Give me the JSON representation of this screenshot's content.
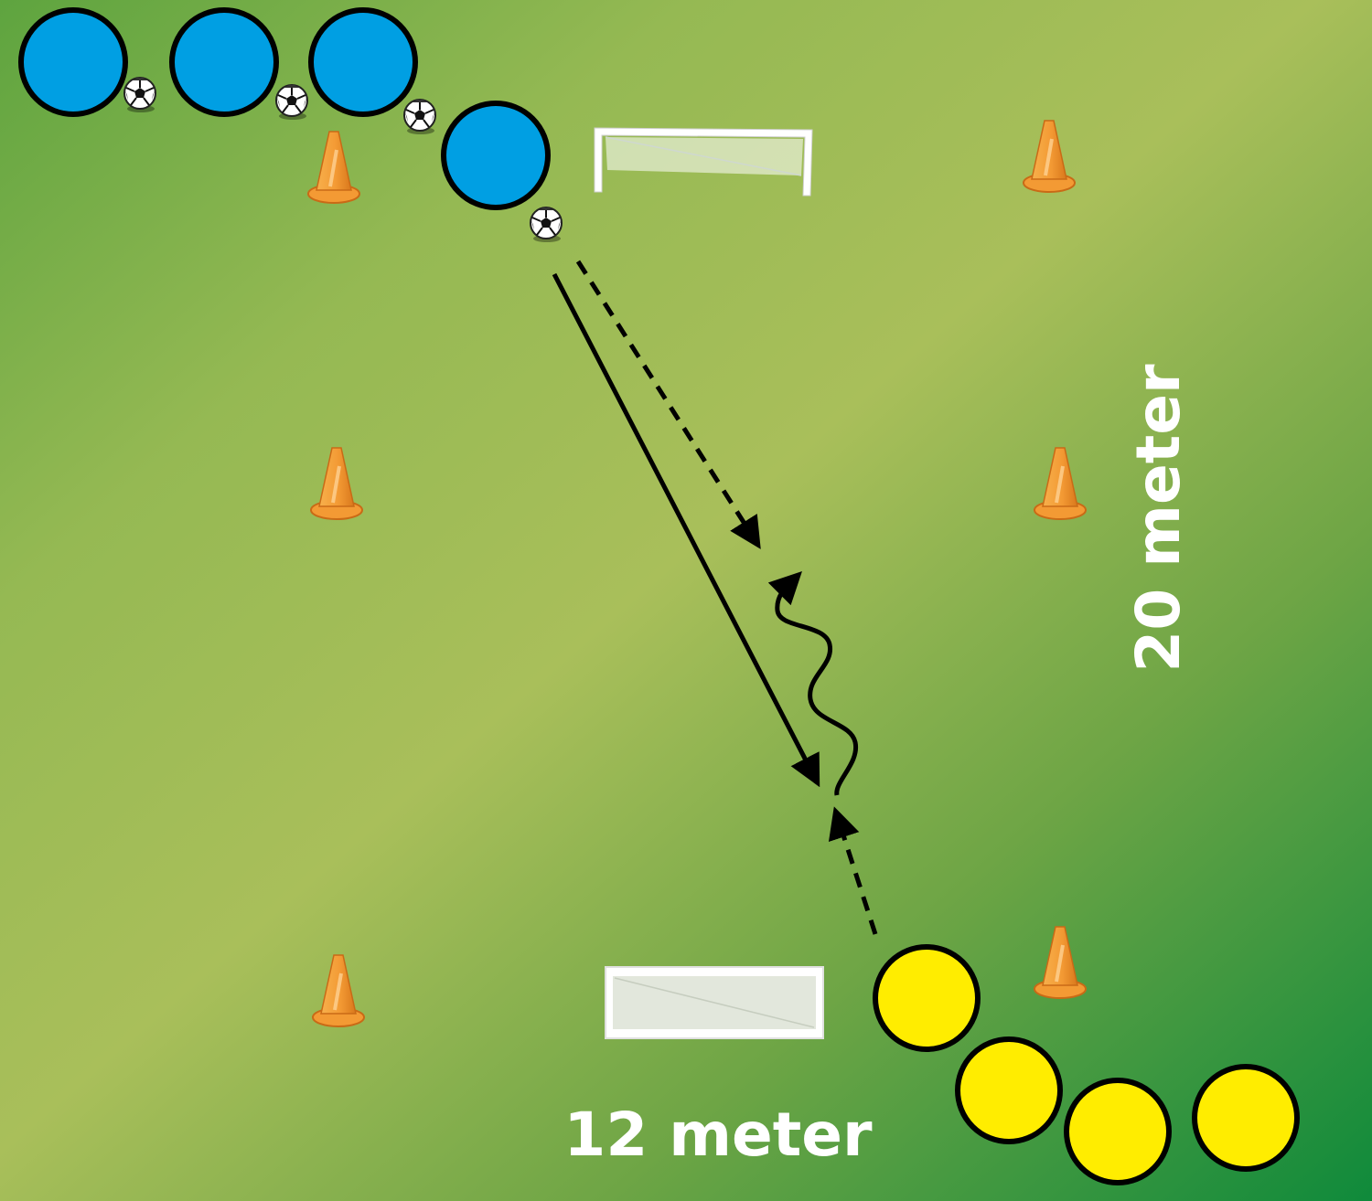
{
  "labels": {
    "width_label": "12 meter",
    "length_label": "20 meter"
  },
  "teams": {
    "blue": {
      "color": "#009fe3",
      "players": 4
    },
    "yellow": {
      "color": "#ffed00",
      "players": 4
    }
  },
  "colors": {
    "pitch_light": "#a9bf5a",
    "pitch_dark": "#0f8a3b",
    "cone": "#f39a34",
    "line": "#000000",
    "label": "#ffffff"
  },
  "equipment": {
    "balls": 4,
    "cones": 6,
    "goals": 2
  }
}
